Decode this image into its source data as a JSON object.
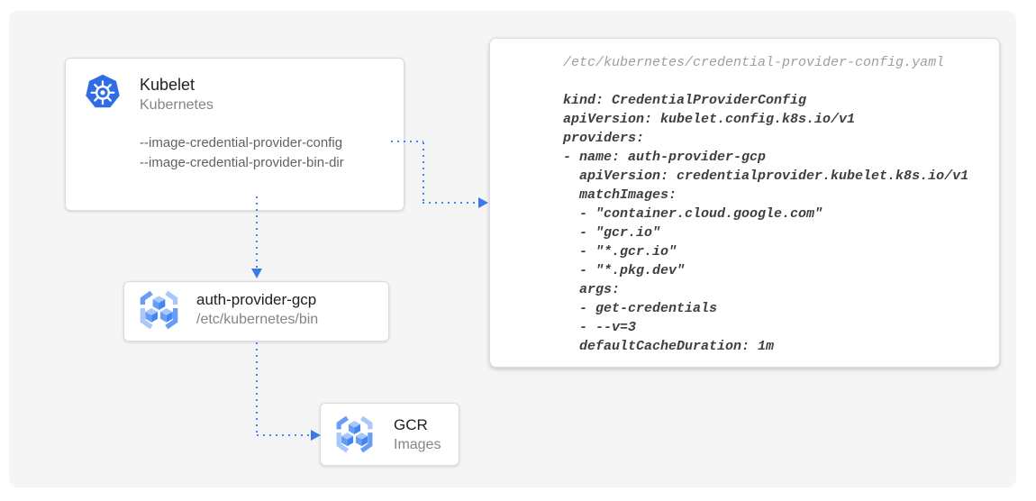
{
  "kubelet_card": {
    "title": "Kubelet",
    "subtitle": "Kubernetes",
    "flags": [
      "--image-credential-provider-config",
      "--image-credential-provider-bin-dir"
    ]
  },
  "auth_provider_card": {
    "title": "auth-provider-gcp",
    "subtitle": "/etc/kubernetes/bin"
  },
  "gcr_card": {
    "title": "GCR",
    "subtitle": "Images"
  },
  "code_panel": {
    "path": "/etc/kubernetes/credential-provider-config.yaml",
    "lines": [
      "kind: CredentialProviderConfig",
      "apiVersion: kubelet.config.k8s.io/v1",
      "providers:",
      "- name: auth-provider-gcp",
      "  apiVersion: credentialprovider.kubelet.k8s.io/v1",
      "  matchImages:",
      "  - \"container.cloud.google.com\"",
      "  - \"gcr.io\"",
      "  - \"*.gcr.io\"",
      "  - \"*.pkg.dev\"",
      "  args:",
      "  - get-credentials",
      "  - --v=3",
      "  defaultCacheDuration: 1m"
    ]
  },
  "icons": {
    "kubelet": "kubernetes-helm-icon",
    "auth_provider": "gcr-registry-icon",
    "gcr": "gcr-registry-icon"
  },
  "colors": {
    "connector_blue": "#4285F4",
    "arrowhead_blue": "#3B78E8",
    "kubernetes_blue": "#326CE5",
    "gcr_cube_blue": "#4285F4",
    "gcr_cube_light": "#A8C7FA",
    "canvas_bg": "#F5F5F5",
    "title_text": "#212121",
    "subtitle_text": "#80868B",
    "flag_text": "#5F6368",
    "code_text": "#3C4043",
    "code_path_text": "#9AA0A6"
  }
}
